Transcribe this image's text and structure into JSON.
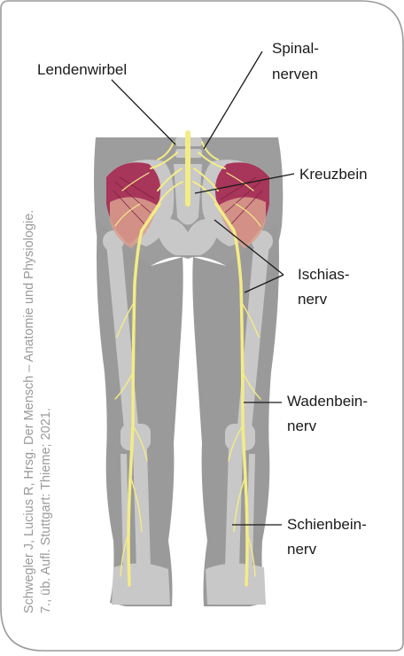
{
  "labels": {
    "lendenwirbel": "Lendenwirbel",
    "spinal_line1": "Spinal-",
    "spinal_line2": "nerven",
    "kreuzbein": "Kreuzbein",
    "ischias_line1": "Ischias-",
    "ischias_line2": "nerv",
    "waden_line1": "Wadenbein-",
    "waden_line2": "nerv",
    "schien_line1": "Schienbein-",
    "schien_line2": "nerv"
  },
  "credit": {
    "line1": "Schwegler J, Lucius R, Hrsg. Der Mensch – Anatomie und Physiologie.",
    "line2": "7., üb. Aufl. Stuttgart: Thieme; 2021."
  },
  "colors": {
    "border": "#9a9a9a",
    "body": "#9b9b9b",
    "bone": "#c6c6c6",
    "muscle": "#a8355a",
    "nerve": "#f3ec86",
    "leader": "#1a1a1a"
  }
}
